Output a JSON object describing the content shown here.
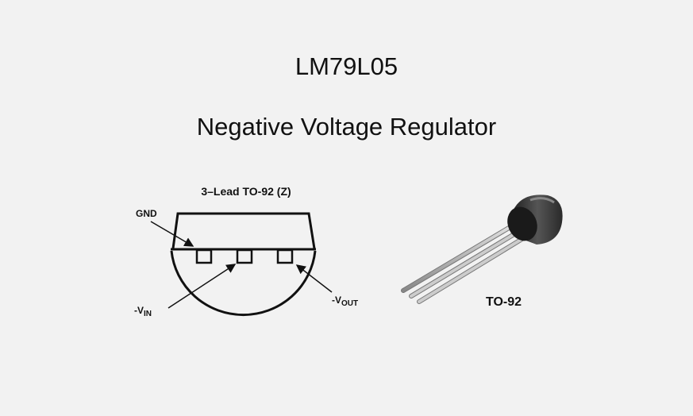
{
  "title": "LM79L05",
  "subtitle": "Negative Voltage Regulator",
  "pinout": {
    "package_label": "3–Lead TO-92 (Z)",
    "pins": {
      "gnd": "GND",
      "vin_prefix": "-V",
      "vin_sub": "IN",
      "vout_prefix": "-V",
      "vout_sub": "OUT"
    }
  },
  "photo_label": "TO-92"
}
